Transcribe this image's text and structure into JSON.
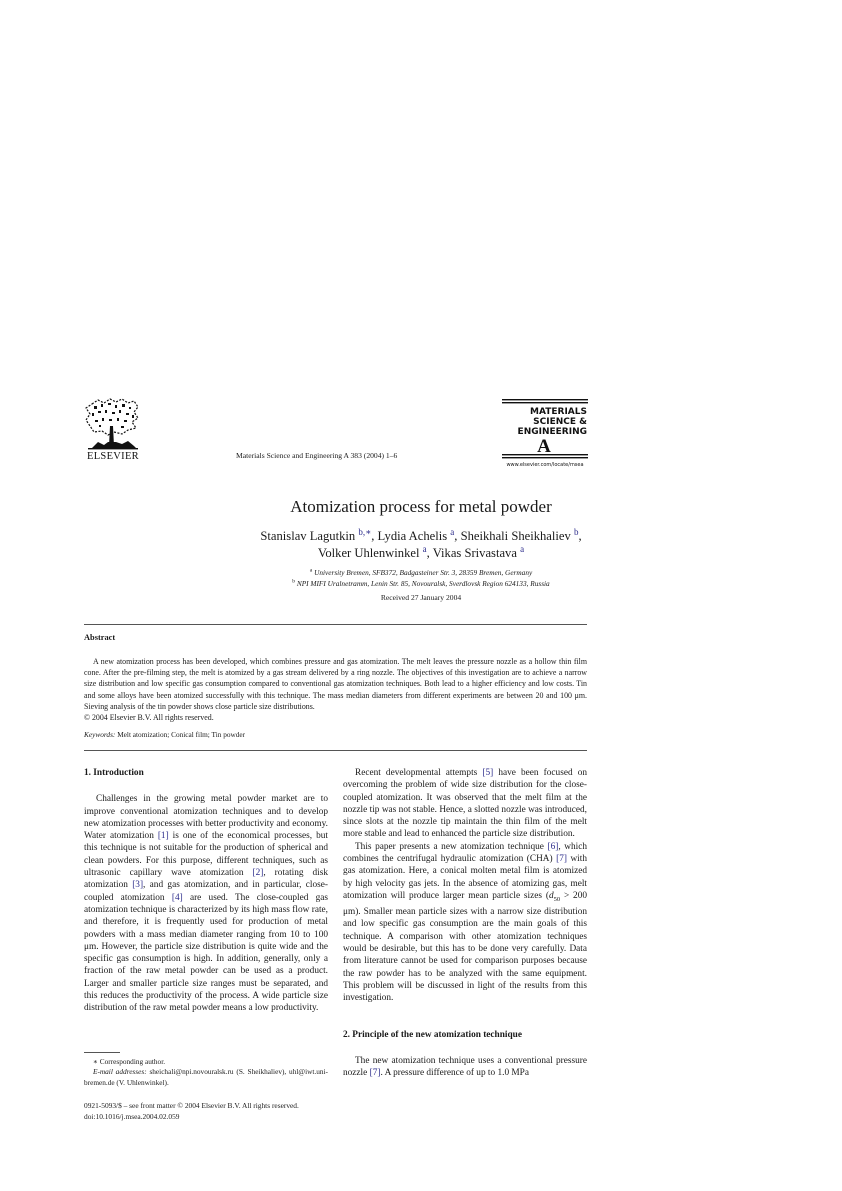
{
  "header": {
    "publisher_logo_text": "ELSEVIER",
    "journal_reference": "Materials Science and Engineering A 383 (2004) 1–6",
    "journal_logo": {
      "line1": "MATERIALS",
      "line2": "SCIENCE &",
      "line3": "ENGINEERING",
      "letter": "A",
      "url": "www.elsevier.com/locate/msea"
    }
  },
  "article": {
    "title": "Atomization process for metal powder",
    "authors": [
      {
        "name": "Stanislav Lagutkin",
        "marks": "b,∗",
        "sep": ", "
      },
      {
        "name": "Lydia Achelis",
        "marks": "a",
        "sep": ", "
      },
      {
        "name": "Sheikhali Sheikhaliev",
        "marks": "b",
        "sep": ","
      },
      {
        "name": "Volker Uhlenwinkel",
        "marks": "a",
        "sep": ", "
      },
      {
        "name": "Vikas Srivastava",
        "marks": "a",
        "sep": ""
      }
    ],
    "affiliations": [
      {
        "mark": "a",
        "text": "University Bremen, SFB372, Badgasteiner Str. 3, 28359 Bremen, Germany"
      },
      {
        "mark": "b",
        "text": "NPI MIFI Uralnetramm, Lenin Str. 85, Novouralsk, Sverdlovsk Region 624133, Russia"
      }
    ],
    "received": "Received 27 January 2004"
  },
  "abstract": {
    "heading": "Abstract",
    "body": "A new atomization process has been developed, which combines pressure and gas atomization. The melt leaves the pressure nozzle as a hollow thin film cone. After the pre-filming step, the melt is atomized by a gas stream delivered by a ring nozzle. The objectives of this investigation are to achieve a narrow size distribution and low specific gas consumption compared to conventional gas atomization techniques. Both lead to a higher efficiency and low costs. Tin and some alloys have been atomized successfully with this technique. The mass median diameters from different experiments are between 20 and 100 μm. Sieving analysis of the tin powder shows close particle size distributions.",
    "copyright": "© 2004 Elsevier B.V. All rights reserved.",
    "keywords_label": "Keywords:",
    "keywords": "Melt atomization; Conical film; Tin powder"
  },
  "sections": {
    "intro": {
      "heading": "1.  Introduction",
      "p1": {
        "a": "Challenges in the growing metal powder market are to improve conventional atomization techniques and to develop new atomization processes with better productivity and economy. Water atomization ",
        "c1": "[1]",
        "b": " is one of the economical processes, but this technique is not suitable for the production of spherical and clean powders. For this purpose, different techniques, such as ultrasonic capillary wave atomization ",
        "c2": "[2]",
        "c": ", rotating disk atomization ",
        "c3": "[3]",
        "d": ", and gas atomization, and in particular, close-coupled atomization ",
        "c4": "[4]",
        "e": " are used. The close-coupled gas atomization technique is characterized by its high mass flow rate, and therefore, it is frequently used for production of metal powders with a mass median diameter ranging from 10 to 100 μm. However, the particle size distribution is quite wide and the specific gas consumption is high. In addition, generally, only a fraction of the raw metal powder can be used as a product. Larger and smaller particle size ranges must be separated, and this reduces the productivity of the process. A wide particle size distribution of the raw metal powder means a low productivity."
      },
      "p2": {
        "a": "Recent developmental attempts ",
        "c5": "[5]",
        "b": " have been focused on overcoming the problem of wide size distribution for the close-coupled atomization. It was observed that the melt film at the nozzle tip was not stable. Hence, a slotted nozzle was introduced, since slots at the nozzle tip maintain the thin film of the melt more stable and lead to enhanced the particle size distribution."
      },
      "p3": {
        "a": "This paper presents a new atomization technique ",
        "c6": "[6]",
        "b": ", which combines the centrifugal hydraulic atomization (CHA) ",
        "c7": "[7]",
        "c": " with gas atomization. Here, a conical molten metal film is atomized by high velocity gas jets. In the absence of atomizing gas, melt atomization will produce larger mean particle sizes (",
        "d50": "d",
        "d50_sub": "50",
        "d": " > 200 μm). Smaller mean particle sizes with a narrow size distribution and low specific gas consumption are the main goals of this technique. A comparison with other atomization techniques would be desirable, but this has to be done very carefully. Data from literature cannot be used for comparison purposes because the raw powder has to be analyzed with the same equipment. This problem will be discussed in light of the results from this investigation."
      }
    },
    "principle": {
      "heading": "2.  Principle of the new atomization technique",
      "p1": {
        "a": "The new atomization technique uses a conventional pressure nozzle ",
        "c7": "[7]",
        "b": ". A pressure difference of up to 1.0 MPa"
      }
    }
  },
  "footnotes": {
    "corresponding": "∗ Corresponding author.",
    "email_label": "E-mail addresses:",
    "emails": " sheichali@npi.novouralsk.ru (S. Sheikhaliev), uhl@iwt.uni-bremen.de (V. Uhlenwinkel)."
  },
  "front_matter": {
    "issn_line": "0921-5093/$ – see front matter © 2004 Elsevier B.V. All rights reserved.",
    "doi": "doi:10.1016/j.msea.2004.02.059"
  }
}
